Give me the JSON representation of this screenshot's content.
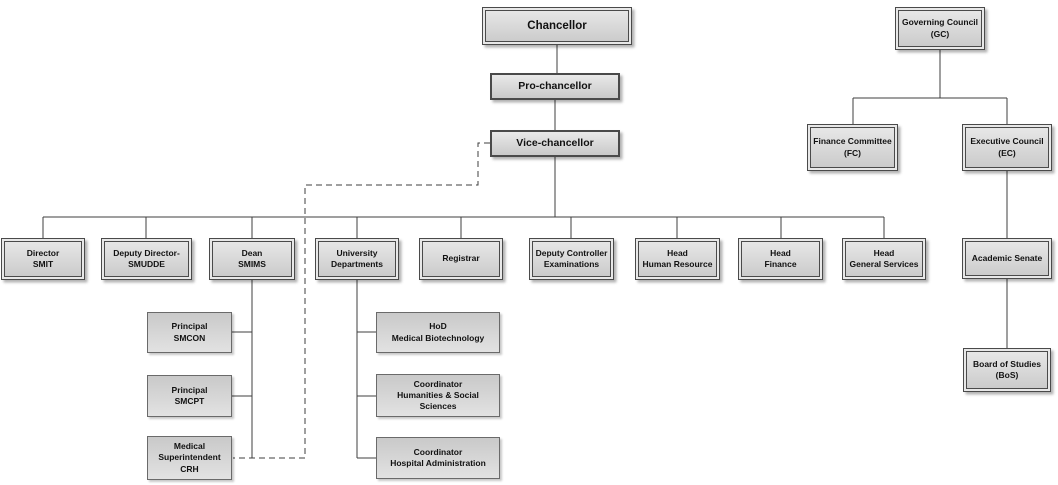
{
  "theme": {
    "bg": "#ffffff",
    "text": "#111111",
    "box-border": "#4a4a4a",
    "sub-border": "#6a6a6a",
    "gap": "#e8e8e8",
    "fill-a": "#e9e9e9",
    "fill-b": "#c9c9c9",
    "sub-fill-a": "#c9c9c9",
    "sub-fill-b": "#e2e2e2",
    "line": "#3f3f3f"
  },
  "diagram": {
    "type": "org-chart",
    "nodes": {
      "chancellor": {
        "lines": [
          "Chancellor"
        ]
      },
      "pro_chancellor": {
        "lines": [
          "Pro-chancellor"
        ]
      },
      "vice_chancellor": {
        "lines": [
          "Vice-chancellor"
        ]
      },
      "governing_council": {
        "lines": [
          "Governing Council",
          "(GC)"
        ]
      },
      "finance_committee": {
        "lines": [
          "Finance Committee",
          "(FC)"
        ]
      },
      "executive_council": {
        "lines": [
          "Executive Council",
          "(EC)"
        ]
      },
      "academic_senate": {
        "lines": [
          "Academic Senate"
        ]
      },
      "board_of_studies": {
        "lines": [
          "Board of Studies",
          "(BoS)"
        ]
      },
      "director_smit": {
        "lines": [
          "Director",
          "SMIT"
        ]
      },
      "deputy_director_smudde": {
        "lines": [
          "Deputy Director-",
          "SMUDDE"
        ]
      },
      "dean_smims": {
        "lines": [
          "Dean",
          "SMIMS"
        ]
      },
      "university_departments": {
        "lines": [
          "University",
          "Departments"
        ]
      },
      "registrar": {
        "lines": [
          "Registrar"
        ]
      },
      "deputy_controller_examinations": {
        "lines": [
          "Deputy Controller",
          "Examinations"
        ]
      },
      "head_human_resource": {
        "lines": [
          "Head",
          "Human Resource"
        ]
      },
      "head_finance": {
        "lines": [
          "Head",
          "Finance"
        ]
      },
      "head_general_services": {
        "lines": [
          "Head",
          "General Services"
        ]
      },
      "principal_smcon": {
        "lines": [
          "Principal",
          "SMCON"
        ]
      },
      "principal_smcpt": {
        "lines": [
          "Principal",
          "SMCPT"
        ]
      },
      "medical_superintendent_crh": {
        "lines": [
          "Medical",
          "Superintendent",
          "CRH"
        ]
      },
      "hod_medical_biotechnology": {
        "lines": [
          "HoD",
          "Medical Biotechnology"
        ]
      },
      "coordinator_humanities": {
        "lines": [
          "Coordinator",
          "Humanities & Social",
          "Sciences"
        ]
      },
      "coordinator_hospital_administration": {
        "lines": [
          "Coordinator",
          "Hospital Administration"
        ]
      }
    }
  }
}
